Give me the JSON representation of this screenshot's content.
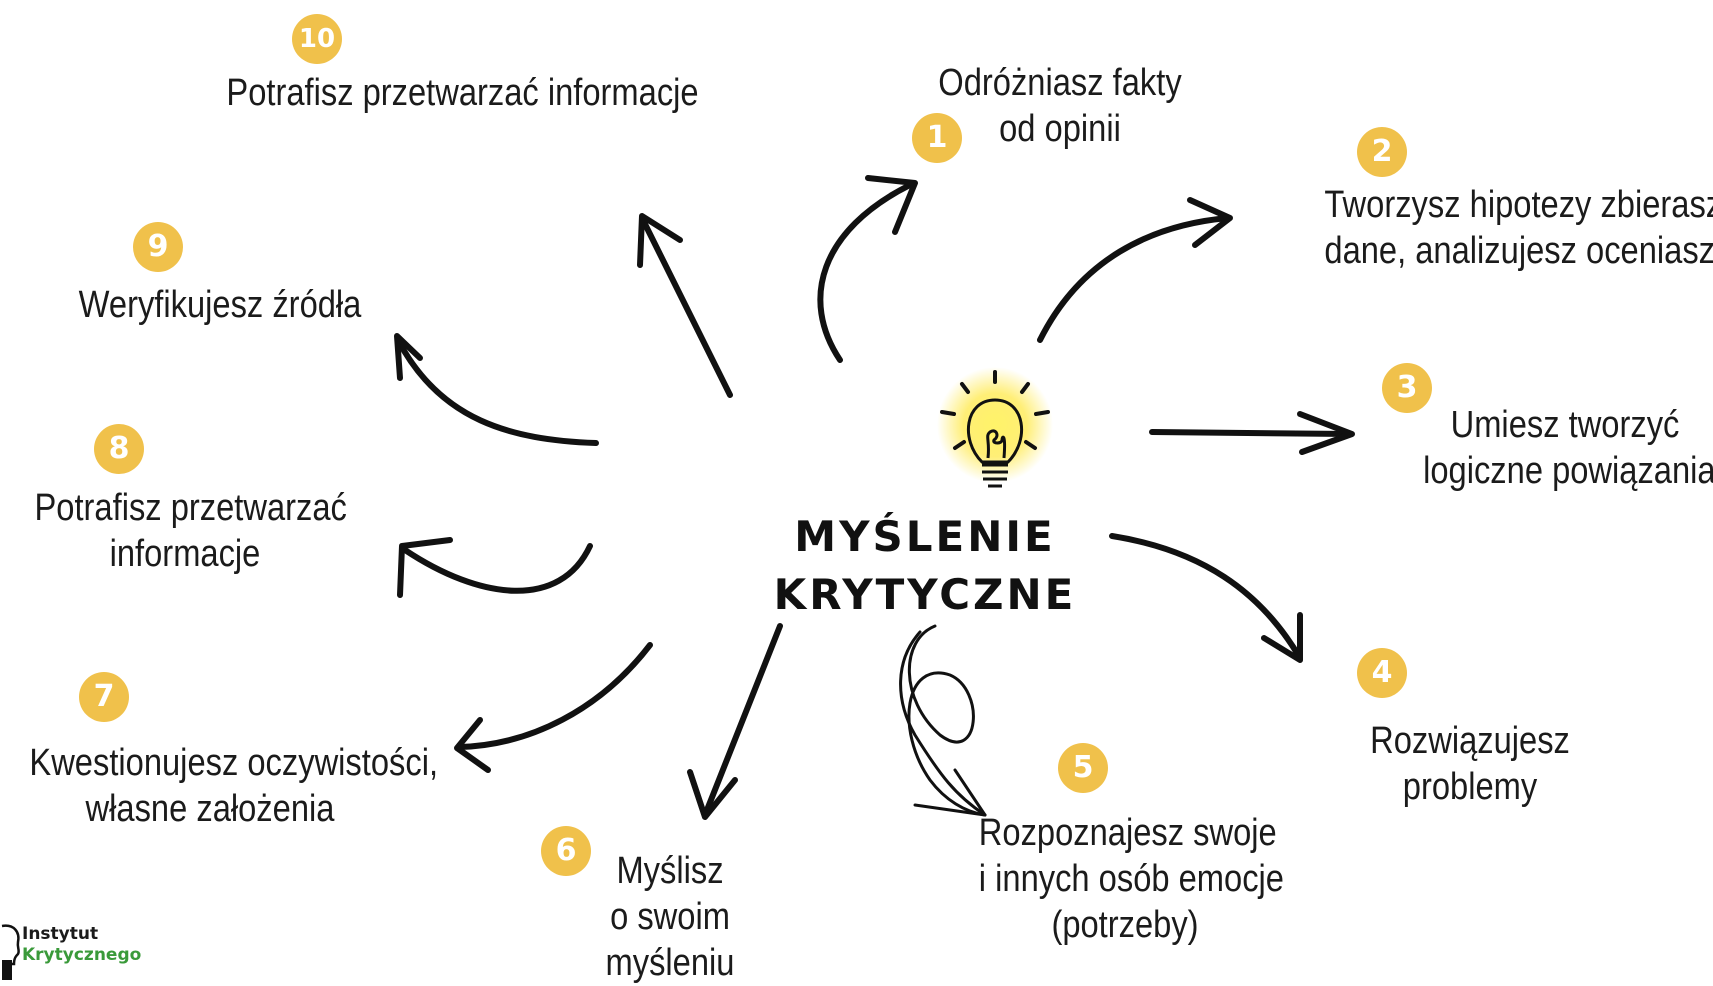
{
  "title": {
    "line1": "MYŚLENIE",
    "line2": "KRYTYCZNE"
  },
  "accent_color": "#f0c14b",
  "center_icon": "lightbulb-icon",
  "items": [
    {
      "number": "1",
      "lines": [
        "Odróżniasz fakty",
        "od opinii"
      ]
    },
    {
      "number": "2",
      "lines": [
        "Tworzysz hipotezy zbierasz",
        "dane, analizujesz oceniasz"
      ]
    },
    {
      "number": "3",
      "lines": [
        "Umiesz tworzyć",
        "logiczne powiązania"
      ]
    },
    {
      "number": "4",
      "lines": [
        "Rozwiązujesz",
        "problemy"
      ]
    },
    {
      "number": "5",
      "lines": [
        "Rozpoznajesz swoje",
        "i innych osób emocje",
        "(potrzeby)"
      ]
    },
    {
      "number": "6",
      "lines": [
        "Myślisz",
        "o swoim",
        "myśleniu"
      ]
    },
    {
      "number": "7",
      "lines": [
        "Kwestionujesz oczywistości,",
        "własne założenia"
      ]
    },
    {
      "number": "8",
      "lines": [
        "Potrafisz przetwarzać",
        "informacje"
      ]
    },
    {
      "number": "9",
      "lines": [
        "Weryfikujesz źródła"
      ]
    },
    {
      "number": "10",
      "lines": [
        "Potrafisz przetwarzać informacje"
      ]
    }
  ],
  "logo": {
    "icon": "head-profile-icon",
    "line1": "Instytut",
    "line2": "Krytycznego"
  }
}
